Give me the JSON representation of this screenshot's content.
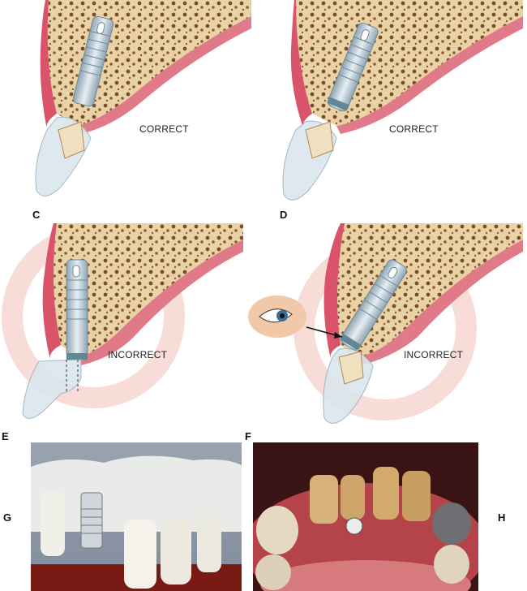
{
  "panels": {
    "c": {
      "letter": "C",
      "caption": "CORRECT"
    },
    "d": {
      "letter": "D",
      "caption": "CORRECT"
    },
    "e": {
      "letter": "E",
      "caption": "INCORRECT"
    },
    "f": {
      "letter": "F",
      "caption": "INCORRECT"
    }
  },
  "photos": {
    "g": {
      "letter": "G"
    },
    "h": {
      "letter": "H"
    }
  },
  "colors": {
    "bone": "#e9d3a6",
    "gum": "#d9546a",
    "implant": "#b9cbd6",
    "warning_ring": "#f7dcd8",
    "photo_bg_left": "#8c96a6",
    "photo_bg_right": "#3a1414"
  }
}
